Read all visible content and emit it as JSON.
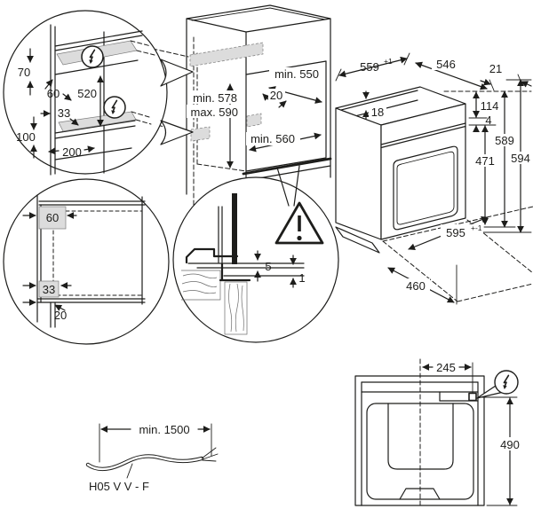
{
  "colors": {
    "line": "#1d1d1b",
    "shade": "#dcdcdc",
    "background": "#ffffff"
  },
  "icons": {
    "power_connection": "lightning-bolt-in-circle",
    "warning": "exclamation-triangle"
  },
  "detail_side": {
    "dims": {
      "top_offset": "70",
      "zone_depth": "60",
      "zone_spacing": "520",
      "lower_zone_height": "33",
      "lower_offset": "100",
      "lower_depth": "200"
    }
  },
  "cabinet": {
    "dims": {
      "depth": "min. 550",
      "front_clearance": "20",
      "niche_height_min": "min. 578",
      "niche_height_max": "max. 590",
      "niche_width": "min. 560"
    }
  },
  "oven": {
    "dims": {
      "width": "559",
      "width_tol": "+1",
      "depth": "546",
      "door_offset": "21",
      "top_recess": "18",
      "control_panel_height": "114",
      "trim": "4",
      "door_zone_height": "471",
      "body_height": "589",
      "total_height": "594",
      "front_width": "595",
      "front_width_tol": "+-1",
      "base_depth": "460"
    }
  },
  "detail_front": {
    "dims": {
      "top_zone": "60",
      "lower_zone": "33",
      "bottom_gap": "20"
    }
  },
  "detail_section": {
    "dims": {
      "gap_a": "5",
      "gap_b": "1"
    }
  },
  "cable": {
    "length": "min. 1500",
    "type": "H05 V V - F"
  },
  "top_view": {
    "dims": {
      "connection_offset": "245",
      "connection_depth": "490"
    }
  }
}
